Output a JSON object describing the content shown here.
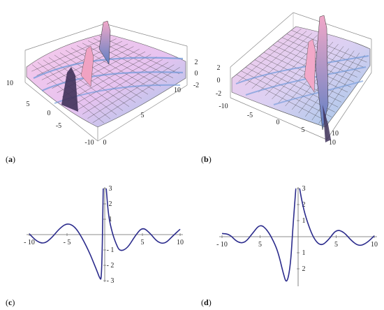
{
  "panels": [
    {
      "label_open": "(",
      "label_letter": "a",
      "label_close": ")"
    },
    {
      "label_open": "(",
      "label_letter": "b",
      "label_close": ")"
    },
    {
      "label_open": "(",
      "label_letter": "c",
      "label_close": ")"
    },
    {
      "label_open": "(",
      "label_letter": "d",
      "label_close": ")"
    }
  ],
  "chart_data": [
    {
      "type": "surface",
      "panel": "a",
      "x_range": [
        -10,
        10
      ],
      "y_range": [
        0,
        10
      ],
      "z_range": [
        -2,
        2
      ],
      "tick_labels": {
        "x": [
          "10",
          "5",
          "0",
          "-5",
          "-10"
        ],
        "y": [
          "0",
          "5",
          "10"
        ],
        "z": [
          "2",
          "0",
          "-2"
        ]
      },
      "surface_colors": {
        "low": "#9fc6e8",
        "high": "#f6c9ea",
        "mesh": "#3a3a3a"
      }
    },
    {
      "type": "surface",
      "panel": "b",
      "x_range": [
        -10,
        10
      ],
      "y_range": [
        -10,
        10
      ],
      "z_range": [
        -2,
        2
      ],
      "tick_labels": {
        "x": [
          "-10",
          "-5",
          "0",
          "5",
          "10"
        ],
        "y": [
          "10"
        ],
        "z": [
          "2",
          "0",
          "-2"
        ]
      },
      "surface_colors": {
        "low": "#9fc6e8",
        "high": "#f6c9ea",
        "mesh": "#3a3a3a"
      }
    },
    {
      "type": "line",
      "panel": "c",
      "xlim": [
        -10,
        10
      ],
      "ylim": [
        -3,
        3
      ],
      "singularity_x": 0,
      "x_tick_labels": [
        "- 10",
        "- 5",
        "5",
        "10"
      ],
      "y_tick_labels": [
        "3",
        "2",
        "1",
        "- 1",
        "- 2",
        "- 3"
      ],
      "line_color": "#2b2b8c",
      "series": [
        {
          "x": [
            -10,
            -9,
            -8,
            -7,
            -6,
            -5,
            -4,
            -3,
            -2,
            -1.5,
            -1,
            -0.7,
            -0.4,
            -0.2,
            0.2,
            0.5,
            1,
            1.5,
            2,
            3,
            4,
            5,
            6,
            7,
            8,
            9,
            10
          ],
          "y": [
            0.05,
            -0.45,
            -0.6,
            -0.2,
            0.4,
            0.75,
            0.55,
            -0.2,
            -1.2,
            -1.8,
            -2.4,
            -2.8,
            -3,
            3,
            3,
            1.2,
            0.1,
            -0.6,
            -1.1,
            -0.9,
            -0.1,
            0.5,
            0.1,
            -0.5,
            -0.6,
            -0.1,
            0.35
          ]
        }
      ]
    },
    {
      "type": "line",
      "panel": "d",
      "xlim": [
        -10,
        10
      ],
      "ylim": [
        -3,
        3
      ],
      "singularity_x": 0,
      "x_tick_labels": [
        "- 10",
        "5",
        "5",
        "10"
      ],
      "y_tick_labels": [
        "3",
        "2",
        "1",
        "1",
        "2"
      ],
      "line_color": "#2b2b8c",
      "series": [
        {
          "x": [
            -10,
            -9,
            -8,
            -7,
            -6,
            -5,
            -4,
            -3,
            -2.5,
            -2,
            -1.5,
            -1,
            -0.7,
            -0.3,
            0.2,
            0.5,
            1,
            2,
            3,
            4,
            5,
            6,
            7,
            8,
            9,
            10
          ],
          "y": [
            0.2,
            0.15,
            -0.35,
            -0.4,
            0.2,
            0.8,
            0.4,
            -0.5,
            -1.2,
            -2.2,
            -3,
            -1.8,
            0.5,
            3,
            3,
            2.2,
            1.2,
            -0.1,
            -0.6,
            -0.2,
            0.45,
            0.3,
            -0.25,
            -0.6,
            -0.4,
            0.05
          ]
        }
      ]
    }
  ]
}
